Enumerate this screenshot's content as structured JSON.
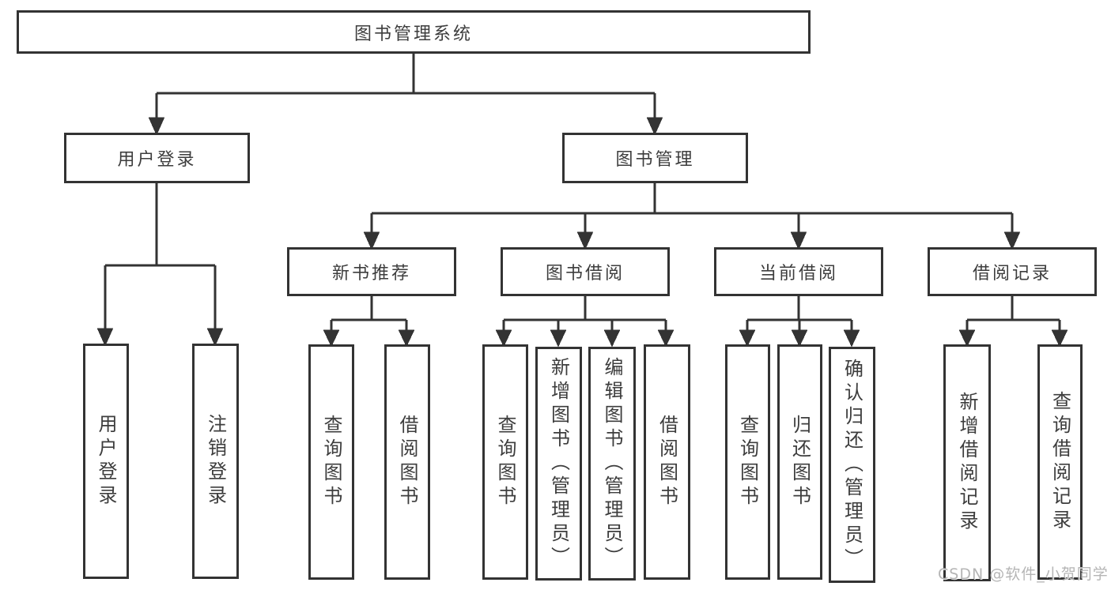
{
  "colors": {
    "line": "#333333",
    "box_border": "#333333",
    "text": "#3d3d3d",
    "watermark": "#b5b5b5",
    "background": "#ffffff"
  },
  "watermark": "CSDN @软件_小贺同学",
  "nodes": {
    "root": {
      "label": "图书管理系统"
    },
    "user_login": {
      "label": "用户登录"
    },
    "book_management": {
      "label": "图书管理"
    },
    "new_book_recommend": {
      "label": "新书推荐"
    },
    "book_borrowing": {
      "label": "图书借阅"
    },
    "current_borrowing": {
      "label": "当前借阅"
    },
    "borrowing_records": {
      "label": "借阅记录"
    },
    "user_login_leaf": {
      "label": "用户登录"
    },
    "logout": {
      "label": "注销登录"
    },
    "recommend_query_books": {
      "label": "查询图书"
    },
    "recommend_borrow_books": {
      "label": "借阅图书"
    },
    "borrowing_query_books": {
      "label": "查询图书"
    },
    "borrowing_add_books": {
      "label": "新增图书（管理员）"
    },
    "borrowing_edit_books": {
      "label": "编辑图书（管理员）"
    },
    "borrowing_borrow_books": {
      "label": "借阅图书"
    },
    "current_query_books": {
      "label": "查询图书"
    },
    "current_return_books": {
      "label": "归还图书"
    },
    "current_confirm_return": {
      "label": "确认归还（管理员）"
    },
    "records_add_record": {
      "label": "新增借阅记录"
    },
    "records_query_record": {
      "label": "查询借阅记录"
    }
  }
}
